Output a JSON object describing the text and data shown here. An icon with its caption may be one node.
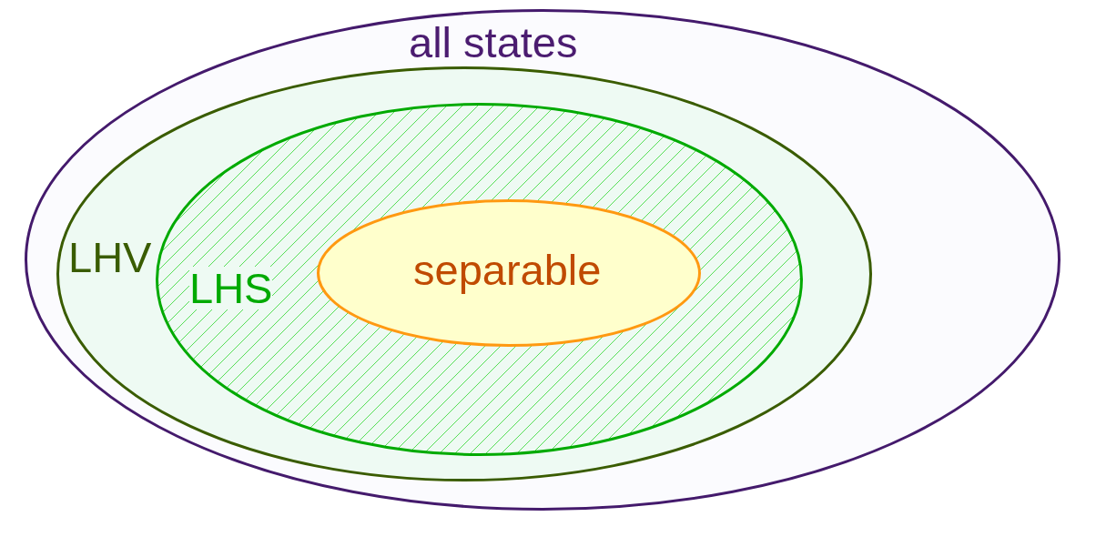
{
  "diagram": {
    "nodes": [
      {
        "text": [
          "all states"
        ]
      },
      {
        "text": [
          "LHV"
        ],
        "in": 0
      },
      {
        "text": [
          "LHS"
        ],
        "in": 1
      },
      {
        "text": [
          "separable"
        ],
        "in": 2
      }
    ]
  }
}
